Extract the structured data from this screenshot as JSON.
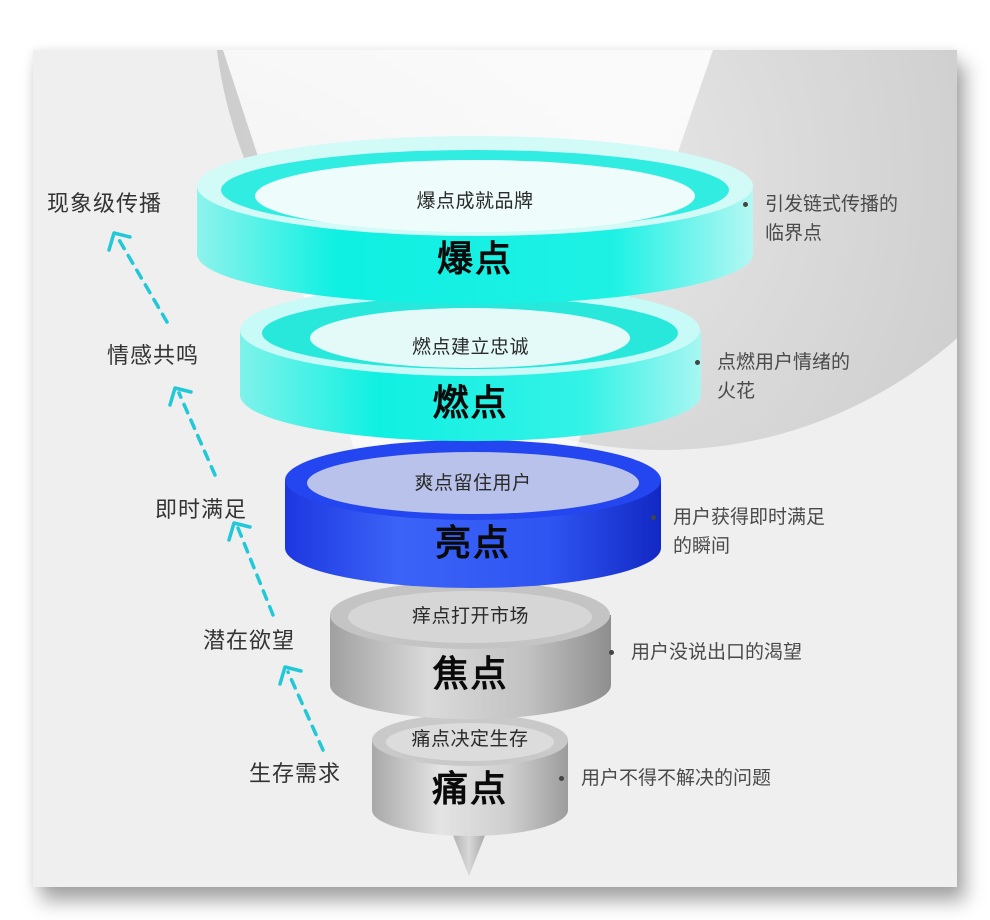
{
  "diagram": {
    "type": "funnel",
    "colors": {
      "cyan": "#14f1e4",
      "blue": "#1c3ff0",
      "gray": "#b4b4b4",
      "arrow": "#20c8d8",
      "card_bg": "#efefef"
    },
    "levels": [
      {
        "title": "爆点",
        "subtitle": "爆点成就品牌",
        "description_line1": "引发链式传播的",
        "description_line2": "临界点",
        "stage": "现象级传播",
        "color": "cyan"
      },
      {
        "title": "燃点",
        "subtitle": "燃点建立忠诚",
        "description_line1": "点燃用户情绪的",
        "description_line2": "火花",
        "stage": "情感共鸣",
        "color": "cyan"
      },
      {
        "title": "亮点",
        "subtitle": "爽点留住用户",
        "description_line1": "用户获得即时满足",
        "description_line2": "的瞬间",
        "stage": "即时满足",
        "color": "blue"
      },
      {
        "title": "焦点",
        "subtitle": "痒点打开市场",
        "description_line1": "用户没说出口的渴望",
        "description_line2": "",
        "stage": "潜在欲望",
        "color": "gray"
      },
      {
        "title": "痛点",
        "subtitle": "痛点决定生存",
        "description_line1": "用户不得不解决的问题",
        "description_line2": "",
        "stage": "生存需求",
        "color": "gray"
      }
    ]
  }
}
